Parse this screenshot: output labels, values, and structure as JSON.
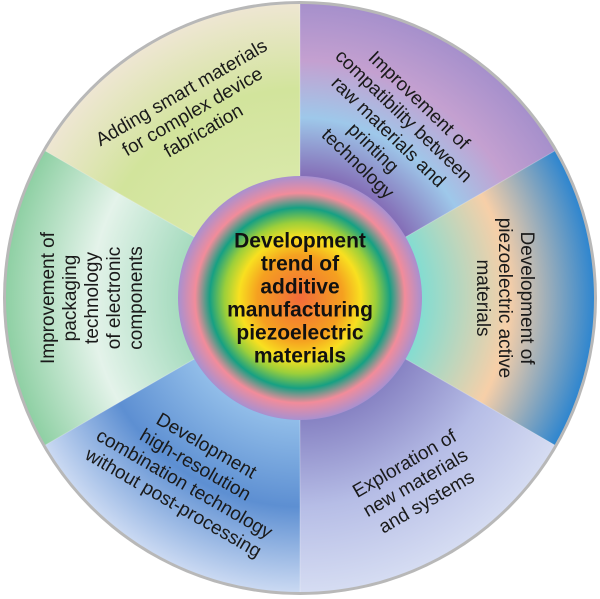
{
  "center": {
    "lines": [
      "Development",
      "trend of",
      "additive",
      "manufacturing",
      "piezoelectric",
      "materials"
    ]
  },
  "segments": [
    {
      "id": "compatibility",
      "lines": [
        "Improvement of",
        "compatibility between",
        "raw materials and",
        "printing",
        "technology"
      ],
      "colors": [
        "#a690cc",
        "#c4a0d0",
        "#9ec8ea",
        "#8570b8"
      ]
    },
    {
      "id": "piezoelectric-active",
      "lines": [
        "Development of",
        "piezoelectric active",
        "materials"
      ],
      "colors": [
        "#2f86cf",
        "#f7cfa8",
        "#86dcd0"
      ]
    },
    {
      "id": "new-materials",
      "lines": [
        "Exploration of",
        "new materials",
        "and systems"
      ],
      "colors": [
        "#d5dcf2",
        "#b6bde6",
        "#8884c4"
      ]
    },
    {
      "id": "high-resolution",
      "lines": [
        "Development",
        "high-resolution",
        "combination technology",
        "without post-processing"
      ],
      "colors": [
        "#cad9f2",
        "#5d8fd2",
        "#90bce8"
      ]
    },
    {
      "id": "packaging",
      "lines": [
        "Improvement of",
        "packaging",
        "technology",
        "of electronic",
        "components"
      ],
      "colors": [
        "#8fd0a4",
        "#e4f3ea",
        "#a8dcc0"
      ]
    },
    {
      "id": "smart-materials",
      "lines": [
        "Adding smart materials",
        "for  complex device",
        "fabrication"
      ],
      "colors": [
        "#eee6d2",
        "#d2e49c",
        "#d8e8a8"
      ]
    }
  ],
  "colors": {
    "rim": "#b8b8b8",
    "hub_rings": [
      "#f26a3a",
      "#f5a020",
      "#f8e020",
      "#9ccf3a",
      "#16a083",
      "#f28c9a",
      "#a890d0"
    ]
  }
}
